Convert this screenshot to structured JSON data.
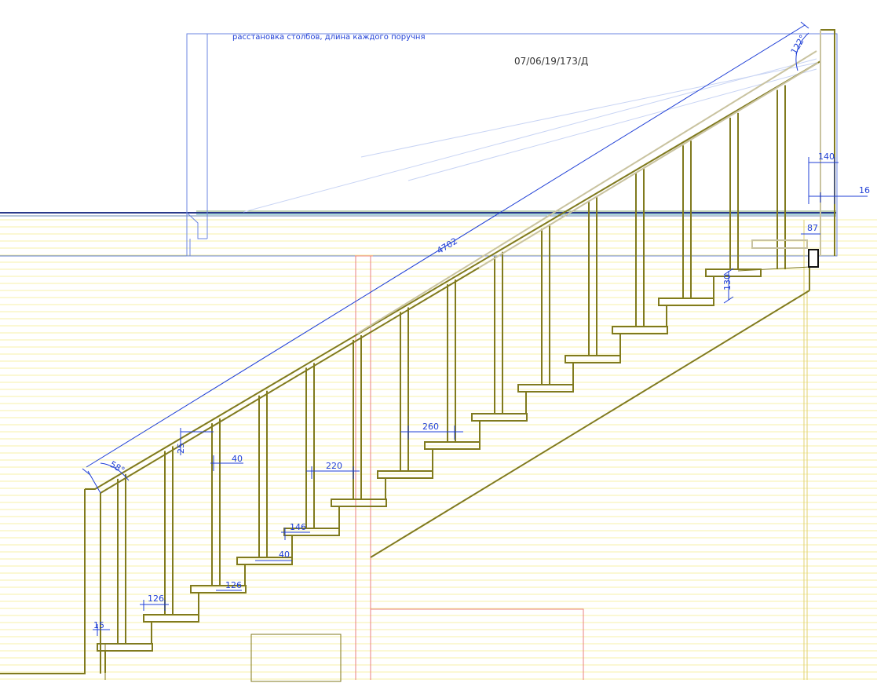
{
  "drawing": {
    "note": "расстановка столбов, длина каждого поручня",
    "code": "07/06/19/173/Д"
  },
  "dimensions": {
    "handrail_length": "4702",
    "angle_top": "122°",
    "angle_bottom": "58°",
    "d140": "140",
    "d16": "16",
    "d87": "87",
    "d130": "130",
    "d260": "260",
    "d220": "220",
    "d146": "146",
    "d40_a": "40",
    "d40_b": "40",
    "d25": "25",
    "d126_a": "126",
    "d126_b": "126",
    "d15": "15"
  },
  "colors": {
    "stair": "#807a1e",
    "stair_light": "#c9c3a0",
    "dimension": "#1f3fd6",
    "guide": "#f5ef9a",
    "red": "#e06060",
    "frame": "#6b86e0"
  }
}
